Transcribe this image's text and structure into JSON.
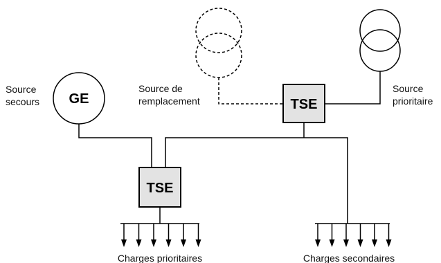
{
  "labels": {
    "backup_source_line1": "Source",
    "backup_source_line2": "secours",
    "replacement_source_line1": "Source de",
    "replacement_source_line2": "remplacement",
    "priority_source_line1": "Source",
    "priority_source_line2": "prioritaire",
    "generator": "GE",
    "tse_top": "TSE",
    "tse_bottom": "TSE",
    "priority_loads": "Charges prioritaires",
    "secondary_loads": "Charges secondaires"
  },
  "colors": {
    "tse_fill": "#e3e3e3",
    "line": "#000000",
    "background": "#ffffff"
  }
}
